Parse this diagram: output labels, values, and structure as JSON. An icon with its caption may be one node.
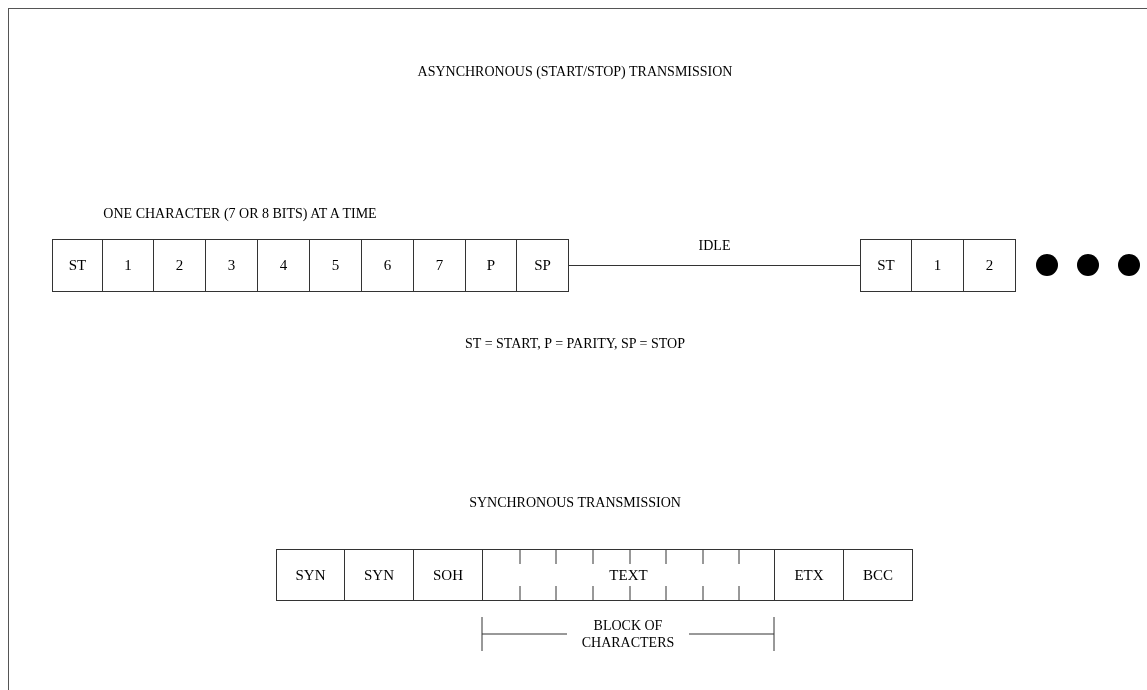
{
  "diagram": {
    "title": "ASYNCHRONOUS (START/STOP) TRANSMISSION",
    "nodes": [
      {
        "text": [
          "ST"
        ]
      },
      {
        "text": [
          "1"
        ]
      },
      {
        "text": [
          "2"
        ]
      },
      {
        "text": [
          "3"
        ]
      },
      {
        "text": [
          "4"
        ]
      },
      {
        "text": [
          "5"
        ]
      },
      {
        "text": [
          "6"
        ]
      },
      {
        "text": [
          "7"
        ]
      },
      {
        "text": [
          "P"
        ]
      },
      {
        "text": [
          "SP"
        ]
      },
      {
        "text": [
          "ST"
        ]
      },
      {
        "text": [
          "1"
        ]
      },
      {
        "text": [
          "2"
        ]
      },
      {
        "text": [
          "SYN"
        ]
      },
      {
        "text": [
          "SYN"
        ]
      },
      {
        "text": [
          "SOH"
        ]
      },
      {
        "text": [
          "TEXT"
        ]
      },
      {
        "text": [
          "ETX"
        ]
      },
      {
        "text": [
          "BCC"
        ]
      }
    ],
    "edges": [
      {
        "from": 9,
        "to": 10,
        "arrow": "none",
        "label": "IDLE"
      }
    ],
    "labels": [
      "ONE CHARACTER (7 OR 8 BITS) AT A TIME",
      "ST = START, P = PARITY, SP = STOP",
      "SYNCHRONOUS TRANSMISSION",
      "BLOCK OF CHARACTERS"
    ]
  }
}
